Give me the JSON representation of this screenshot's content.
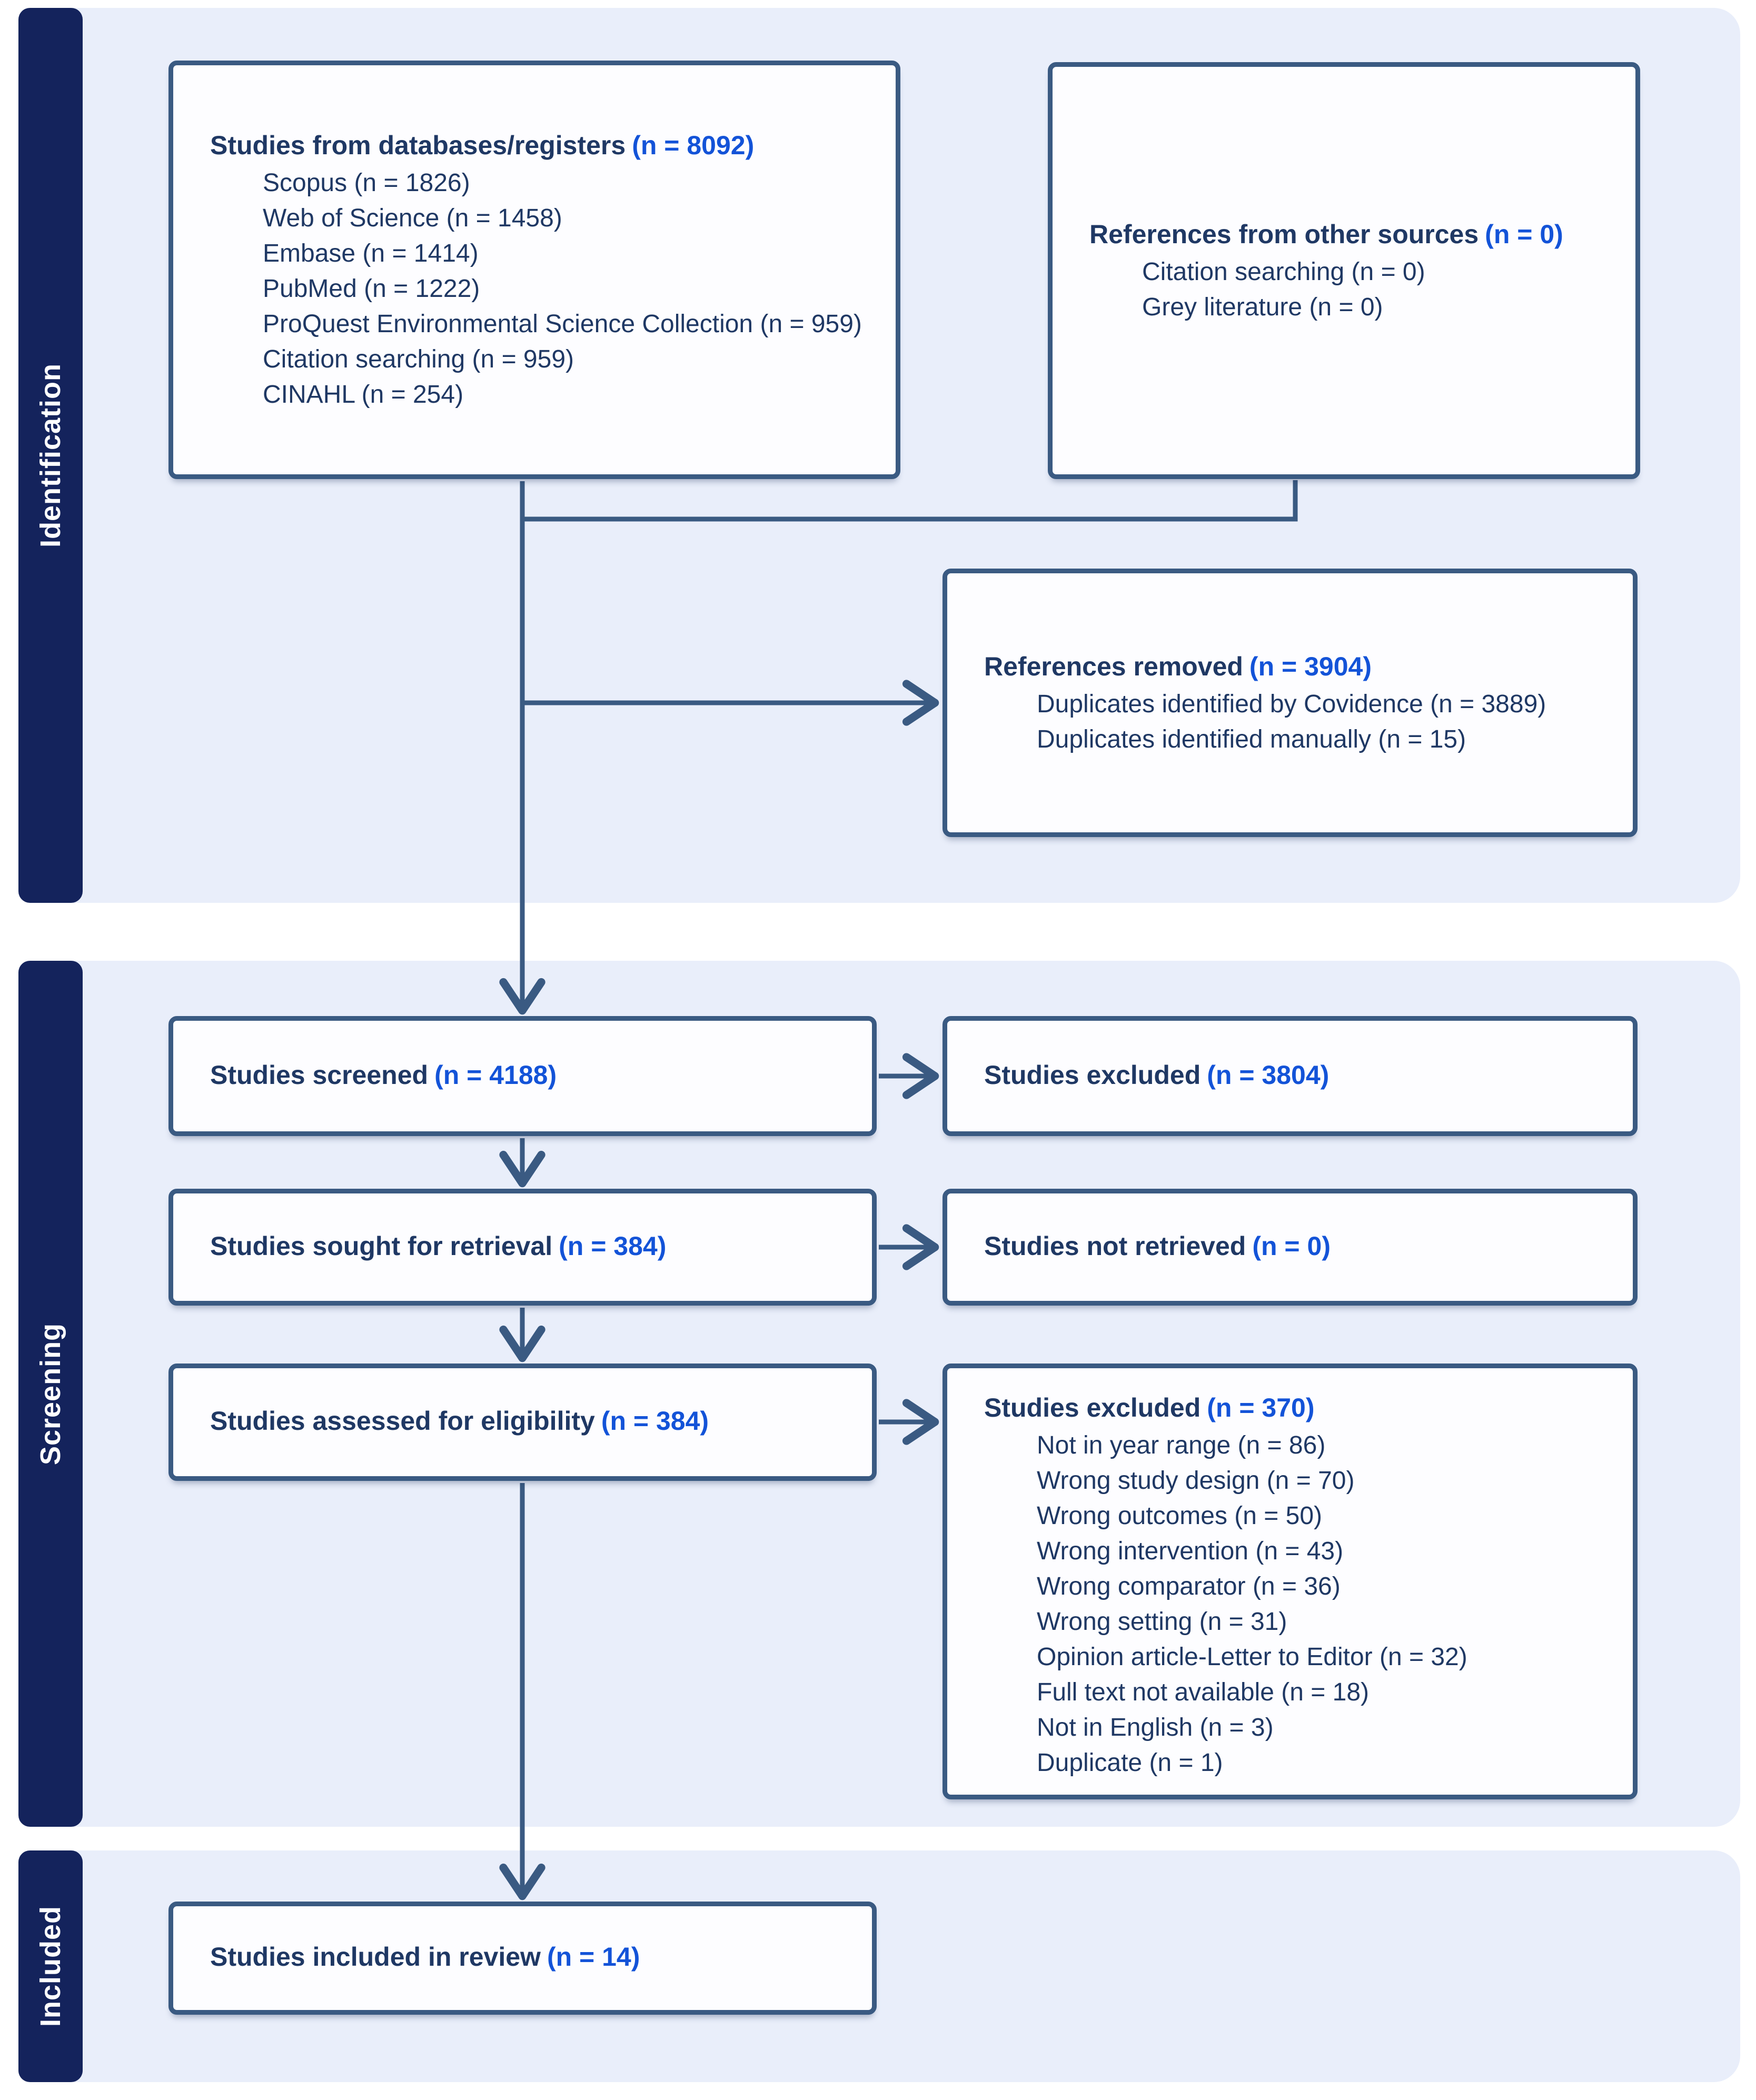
{
  "diagram": {
    "sections": {
      "identification": "Identification",
      "screening": "Screening",
      "included": "Included"
    },
    "boxes": {
      "databases": {
        "title": "Studies from databases/registers",
        "count": "(n = 8092)",
        "items": [
          "Scopus (n = 1826)",
          "Web of Science (n = 1458)",
          "Embase (n = 1414)",
          "PubMed (n = 1222)",
          "ProQuest Environmental Science Collection (n = 959)",
          "Citation searching (n = 959)",
          "CINAHL (n = 254)"
        ]
      },
      "other_sources": {
        "title": "References from other sources",
        "count": "(n = 0)",
        "items": [
          "Citation searching (n = 0)",
          "Grey literature (n = 0)"
        ]
      },
      "references_removed": {
        "title": "References removed",
        "count": "(n = 3904)",
        "items": [
          "Duplicates identified by Covidence (n = 3889)",
          "Duplicates identified manually (n = 15)"
        ]
      },
      "screened": {
        "title": "Studies screened",
        "count": "(n = 4188)"
      },
      "excluded_screening": {
        "title": "Studies excluded",
        "count": "(n = 3804)"
      },
      "retrieval": {
        "title": "Studies sought for retrieval",
        "count": "(n = 384)"
      },
      "not_retrieved": {
        "title": "Studies not retrieved",
        "count": "(n = 0)"
      },
      "assessed": {
        "title": "Studies assessed for eligibility",
        "count": "(n = 384)"
      },
      "excluded_eligibility": {
        "title": "Studies excluded",
        "count": "(n = 370)",
        "items": [
          "Not in year range (n = 86)",
          "Wrong study design (n = 70)",
          "Wrong outcomes (n = 50)",
          "Wrong intervention (n = 43)",
          "Wrong comparator (n = 36)",
          "Wrong setting (n = 31)",
          "Opinion article-Letter to Editor (n = 32)",
          "Full text not available (n = 18)",
          "Not in English (n = 3)",
          "Duplicate (n = 1)"
        ]
      },
      "included_review": {
        "title": "Studies included in review",
        "count": "(n = 14)"
      }
    },
    "colors": {
      "band": "#e9eefa",
      "sidebar": "#14235c",
      "border": "#3a5a82",
      "text_dark": "#1f3864",
      "count_blue": "#1353d8",
      "box_fill": "#fdfdff",
      "page_bg": "#ffffff"
    }
  }
}
